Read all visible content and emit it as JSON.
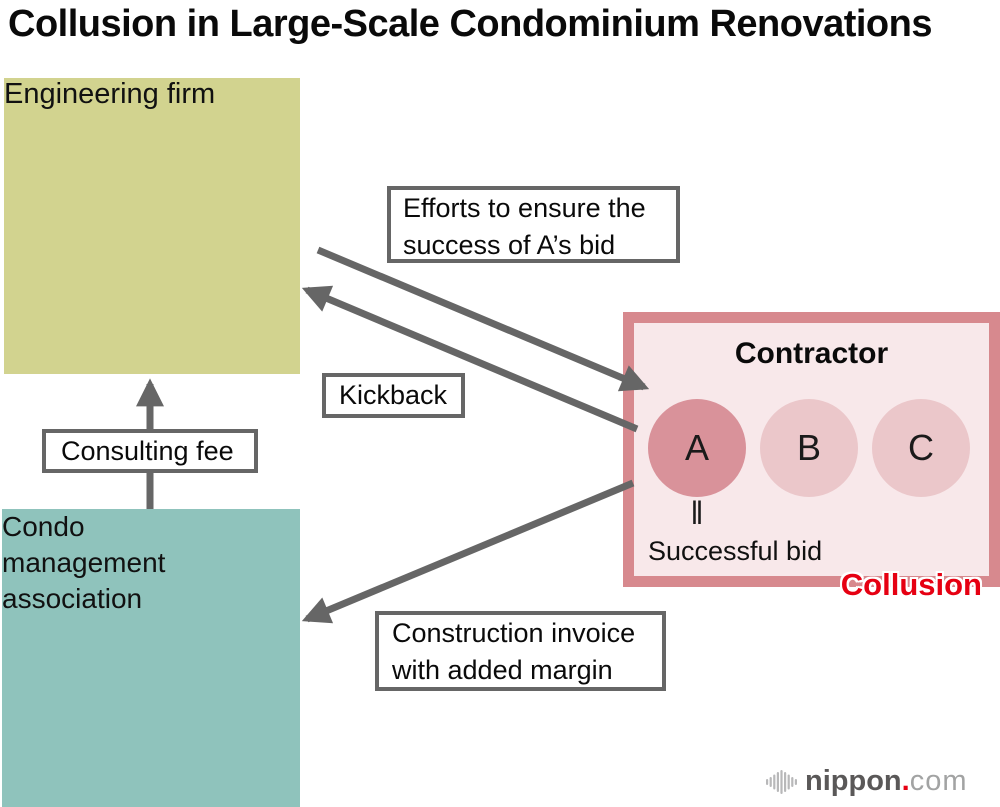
{
  "title": "Collusion in Large-Scale Condominium Renovations",
  "colors": {
    "engineering_circle": "#d2d38f",
    "condo_circle": "#8fc3bc",
    "contractor_fill": "#f8e8ea",
    "contractor_border": "#d7898e",
    "bidder_a": "#d9929a",
    "bidder_b_c": "#ebc7ca",
    "arrow_gray": "#666666",
    "collusion_red": "#e60012"
  },
  "nodes": {
    "engineering_firm": "Engineering firm",
    "condo_association": "Condo\nmanagement\nassociation",
    "contractor_title": "Contractor",
    "bidders": [
      {
        "label": "A"
      },
      {
        "label": "B"
      },
      {
        "label": "C"
      }
    ],
    "equals_mark": "‖",
    "successful_bid": "Successful bid",
    "collusion": "Collusion"
  },
  "arrow_labels": {
    "efforts": "Efforts to ensure the\nsuccess of A’s bid",
    "kickback": "Kickback",
    "consulting_fee": "Consulting fee",
    "invoice": "Construction invoice\nwith added margin"
  },
  "logo": {
    "brand": "nippon",
    "dot": ".",
    "tld": "com"
  }
}
